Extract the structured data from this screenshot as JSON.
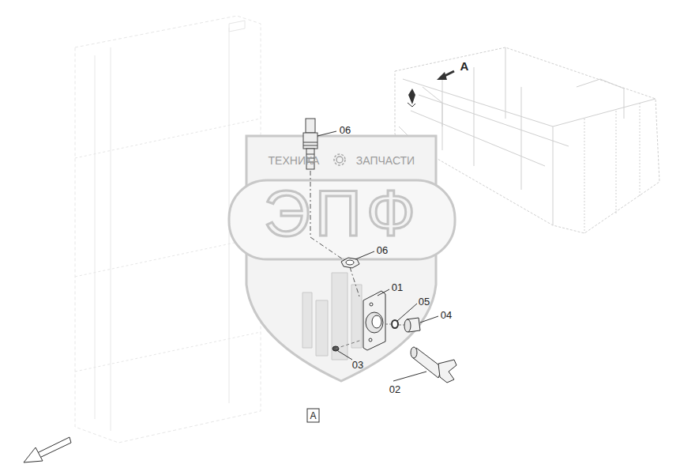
{
  "diagram": {
    "labels": [
      "06",
      "06",
      "01",
      "05",
      "04",
      "03",
      "02",
      "A",
      "A",
      "ТЕХНИКА",
      "ЗАПЧАСТИ",
      "ЭПФ"
    ]
  }
}
